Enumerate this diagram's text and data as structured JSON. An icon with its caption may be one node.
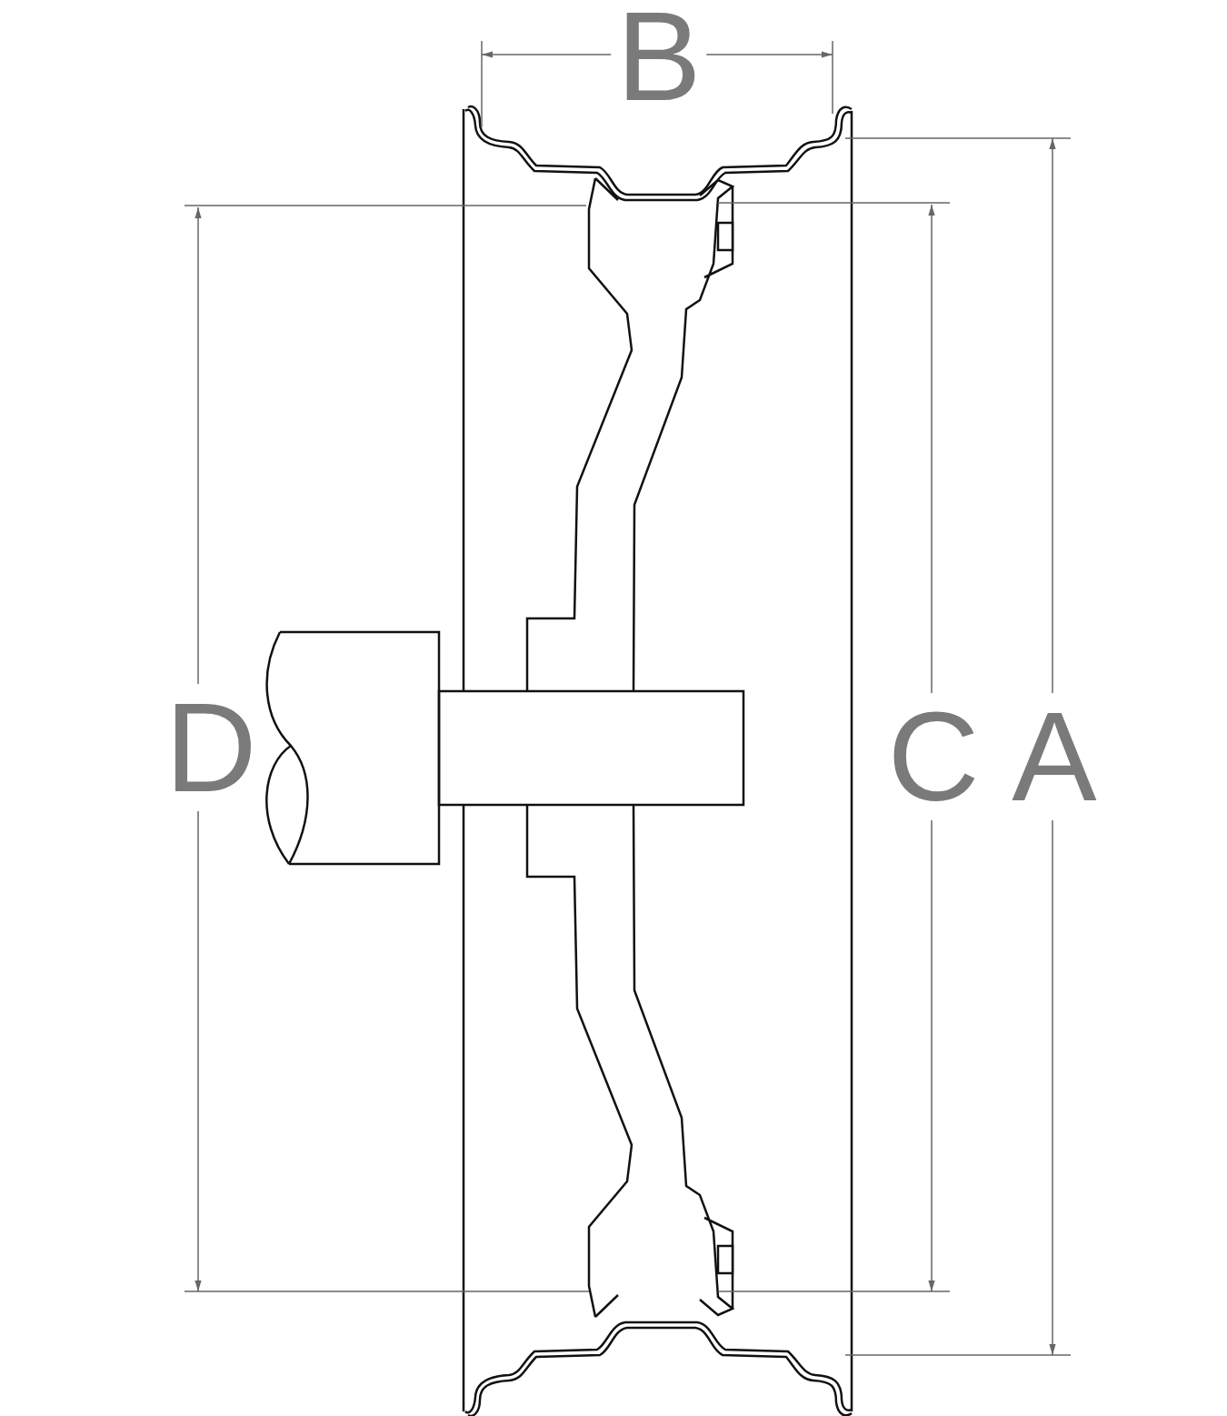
{
  "diagram": {
    "labels": [
      "B",
      "D",
      "C",
      "A"
    ]
  }
}
